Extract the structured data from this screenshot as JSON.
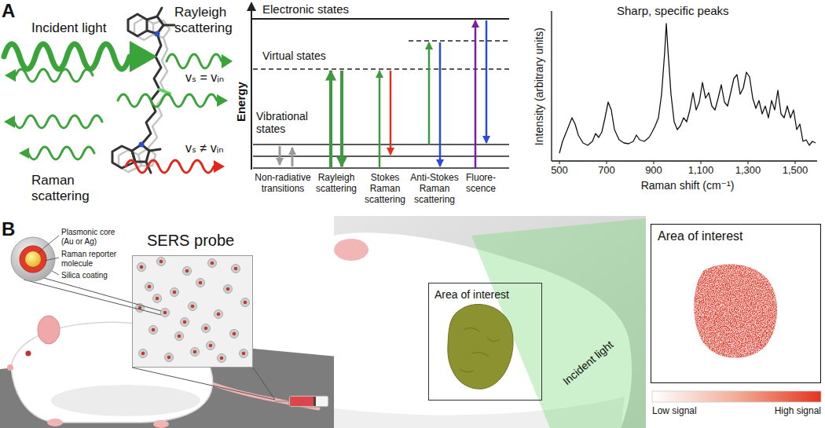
{
  "diagram": {
    "nodes": [
      {
        "text": [
          "SERS probe"
        ]
      },
      {
        "text": [
          "Area of interest"
        ]
      },
      {
        "text": [
          "Area of interest"
        ]
      }
    ],
    "labels": [
      "A",
      "Incident light",
      "Rayleigh scattering",
      "vₛ = vᵢₙ",
      "Raman scattering",
      "vₛ ≠ vᵢₙ",
      "Energy",
      "Electronic states",
      "Virtual states",
      "Vibrational states",
      "Non-radiative transitions",
      "Rayleigh scattering",
      "Stokes Raman scattering",
      "Anti-Stokes Raman scattering",
      "Fluore- scence",
      "Intensity (arbitrary units)",
      "Sharp, specific peaks",
      "500",
      "700",
      "900",
      "1,100",
      "1,300",
      "1,500",
      "Raman shift (cm⁻¹)",
      "B",
      "Plasmonic core (Au or Ag)",
      "Raman reporter molecule",
      "Silica coating",
      "Incident light",
      "Low signal",
      "High signal"
    ]
  }
}
